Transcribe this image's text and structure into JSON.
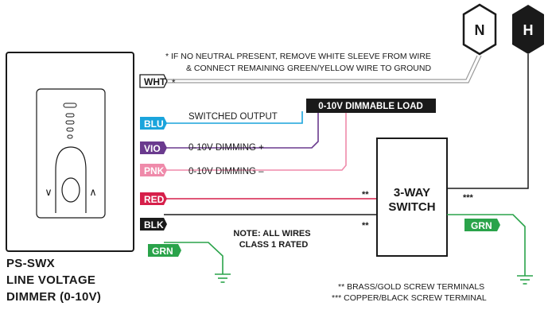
{
  "colors": {
    "white_wire": "#9a9a9a",
    "blue": "#1aa4dc",
    "violet": "#6a3a8e",
    "pink": "#ef8aaa",
    "red": "#d61f4a",
    "black": "#1a1a1a",
    "green": "#2aa34a",
    "load_box": "#1a1a1a"
  },
  "badges": {
    "neutral": "N",
    "hot": "H"
  },
  "note_top": {
    "line1": "* IF NO NEUTRAL PRESENT, REMOVE WHITE SLEEVE FROM WIRE",
    "line2": "& CONNECT REMAINING GREEN/YELLOW WIRE TO GROUND"
  },
  "wires": [
    {
      "tag": "WHT",
      "label": "*"
    },
    {
      "tag": "BLU",
      "label": "SWITCHED OUTPUT"
    },
    {
      "tag": "VIO",
      "label": "0-10V DIMMING  +"
    },
    {
      "tag": "PNK",
      "label": "0-10V DIMMING  –"
    },
    {
      "tag": "RED",
      "label": ""
    },
    {
      "tag": "BLK",
      "label": ""
    },
    {
      "tag": "GRN",
      "label": ""
    }
  ],
  "load_label": "0-10V DIMMABLE LOAD",
  "switch": {
    "line1": "3-WAY",
    "line2": "SWITCH",
    "ground_tag": "GRN"
  },
  "markers": {
    "red_left": "**",
    "blk_left": "**",
    "switch_right": "***"
  },
  "note_mid": {
    "line1": "NOTE: ALL WIRES",
    "line2": "CLASS 1 RATED"
  },
  "product": {
    "line1": "PS-SWX",
    "line2": "LINE VOLTAGE",
    "line3": "DIMMER (0-10V)"
  },
  "legend": {
    "line1": "** BRASS/GOLD SCREW TERMINALS",
    "line2": "*** COPPER/BLACK SCREW TERMINAL"
  }
}
